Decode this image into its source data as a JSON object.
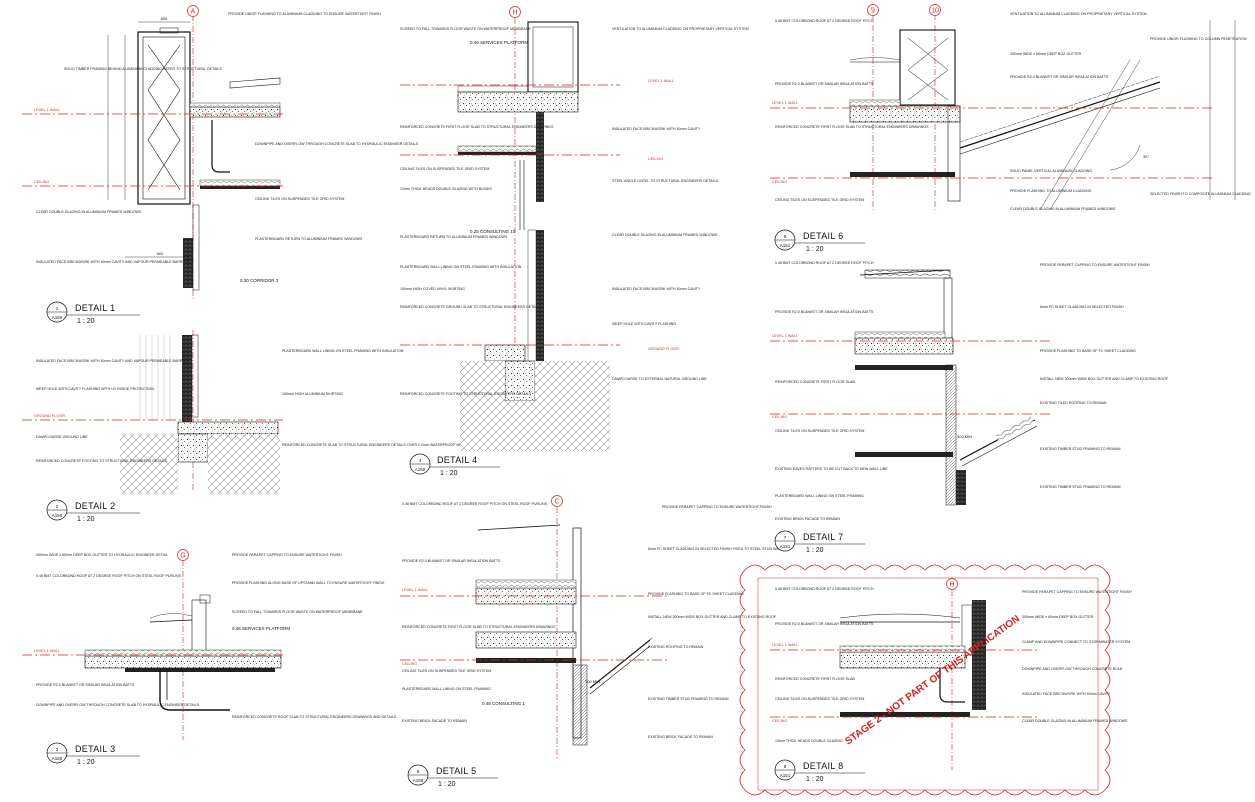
{
  "details": [
    {
      "id": "d1",
      "title": "DETAIL 1",
      "number": "1",
      "sheet": "A150",
      "scale": "1 : 20",
      "grid": "A"
    },
    {
      "id": "d2",
      "title": "DETAIL 2",
      "number": "2",
      "sheet": "A150",
      "scale": "1 : 20"
    },
    {
      "id": "d3",
      "title": "DETAIL 3",
      "number": "3",
      "sheet": "A150",
      "scale": "1 : 20",
      "grid": "G"
    },
    {
      "id": "d4",
      "title": "DETAIL 4",
      "number": "4",
      "sheet": "A150",
      "scale": "1 : 20",
      "grid": "H"
    },
    {
      "id": "d5",
      "title": "DETAIL 5",
      "number": "5",
      "sheet": "A150",
      "scale": "1 : 20",
      "grid": "C"
    },
    {
      "id": "d6",
      "title": "DETAIL 6",
      "number": "6",
      "sheet": "A151",
      "scale": "1 : 20",
      "grid": "9",
      "grid2": "10"
    },
    {
      "id": "d7",
      "title": "DETAIL 7",
      "number": "7",
      "sheet": "A151",
      "scale": "1 : 20"
    },
    {
      "id": "d8",
      "title": "DETAIL 8",
      "number": "8",
      "sheet": "A151",
      "scale": "1 : 20",
      "grid": "H"
    }
  ],
  "levels": {
    "level1": "LEVEL 1 WALL",
    "ceiling": "CEILING",
    "ground": "GROUND FLOOR"
  },
  "rooms": {
    "corridor": "0.30 CORRIDOR 3",
    "services": "0.46 SERVICES PLATFORM",
    "consulting": "0.25 CONSULTING 10",
    "consulting5": "0.48 CONSULTING 1"
  },
  "dims": {
    "d1_top": "650",
    "d1_bottom": "500",
    "d5_min": "300 MIN",
    "d7_min": "300 MIN",
    "d6_angle": "35°"
  },
  "notes": {
    "d1_a": "PROVIDE UNIOR FLASHING TO ALUMINIUM CLADDING TO ENSURE WATERTIGHT FINISH",
    "d1_b": "SOLID TIMBER FRAMING BEHIND ALUMINIUM CLADDING REFER TO STRUCTURAL DETAILS",
    "d1_c": "DOWNPIPE AND OVERFLOW THROUGH CONCRETE SLAB TO HYDRAULIC ENGINEER DETAILS",
    "d1_d": "CEILING TILES ON SUSPENDED TILE GRID SYSTEM",
    "d1_e": "PLASTERBOARD RETURN TO ALUMINIUM FRAMED WINDOWS",
    "d1_f": "INSULATED FACE BRICKWORK WITH 50mm CAVITY AND VAPOUR PERMEABLE BARRIER",
    "d1_g": "CLEAR DOUBLE GLAZING IN ALUMINIUM FRAMED WINDOWS",
    "d2_a": "INSULATED FACE BRICKWORK WITH 50mm CAVITY AND VAPOUR PERMEABLE BARRIER",
    "d2_b": "WEEP HOLE WITH CAVITY FLASHING WITH UV INSIDE PROTECTION",
    "d2_c": "DAMPCOURSE GROUND LINE",
    "d2_d": "REINFORCED CONCRETE FOOTING TO STRUCTURAL ENGINEERS DETAILS",
    "d2_e": "PLASTERBOARD WALL LINING ON STEEL FRAMING WITH INSULATION",
    "d2_f": "100mm HIGH ALUMINIUM SKIRTING",
    "d2_g": "REINFORCED CONCRETE SLAB TO STRUCTURAL ENGINEERS DETAILS OVER 0.2mm WATERPROOF MEMBRANE",
    "d3_a": "300mm WIDE x 60mm DEEP BOX GUTTER TO HYDRAULIC ENGINEER DETAIL",
    "d3_b": "0.48 BMT COLORBOND ROOF AT 2 DEGREE ROOF PITCH ON STEEL ROOF PURLINS",
    "d3_c": "PROVIDE PARAPET CAPPING TO ENSURE WATERTIGHT FINISH",
    "d3_d": "PROVIDE FLASHING ALONG BASE OF UPSTAND WALL TO ENSURE WATERTIGHT FINISH",
    "d3_e": "SCREED TO FALL TOWARDS FLOOR WASTE ON WATERPROOF MEMBRANE",
    "d3_f": "PROVIDE R2.0 BLANKET OR SIMILAR INSULATION BATTS",
    "d3_g": "DOWNPIPE AND OVERFLOW THROUGH CONCRETE SLAB TO HYDRAULIC ENGINEER DETAILS",
    "d3_h": "REINFORCED CONCRETE ROOF SLAB TO STRUCTURAL ENGINEERS DRAWINGS AND DETAILS",
    "d4_a": "SCREED TO FALL TOWARDS FLOOR WASTE ON WATERPROOF MEMBRANE",
    "d4_b": "VENTILATION TO ALUMINIUM CLADDING ON PROPRIETARY VERTICAL SYSTEM",
    "d4_c": "REINFORCED CONCRETE FIRST FLOOR SLAB TO STRUCTURAL ENGINEERS DRAWINGS",
    "d4_d": "INSULATED FACE BRICKWORK WITH 50mm CAVITY",
    "d4_e": "STEEL ANGLE LINTEL TO STRUCTURAL ENGINEERS DETAILS",
    "d4_f": "CEILING TILES ON SUSPENDED TILE GRID SYSTEM",
    "d4_g": "13mm THICK HEADS DOUBLE GLAZING WITH BLINDS",
    "d4_h": "PLASTERBOARD RETURN TO ALUMINIUM FRAMED WINDOWS",
    "d4_i": "CLEAR DOUBLE GLAZING IN ALUMINIUM FRAMED WINDOWS",
    "d4_j": "PLASTERBOARD WALL LINING ON STEEL FRAMING WITH INSULATION",
    "d4_k": "100mm HIGH COVED VINYL SKIRTING",
    "d4_l": "REINFORCED CONCRETE GROUND SLAB TO STRUCTURAL ENGINEERS DETAILS",
    "d4_m": "WEEP HOLE WITH CAVITY FLASHING",
    "d4_n": "REINFORCED CONCRETE FOOTING TO STRUCTURAL ENGINEERS DETAILS",
    "d4_o": "DAMPCOURSE TO EXTERNAL NATURAL GROUND LINE",
    "d5_a": "0.48 BMT COLORBOND ROOF AT 2 DEGREE ROOF PITCH ON STEEL ROOF PURLINS",
    "d5_b": "PROVIDE PARAPET CAPPING TO ENSURE WATERTIGHT FINISH",
    "d5_c": "PROVIDE R2.0 BLANKET OR SIMILAR INSULATION BATTS",
    "d5_d": "6mm FC SHEET CLADDING IN SELECTED FINISH FIXED TO STEEL STUD WALL",
    "d5_e": "PROVIDE FLASHING TO BASE OF FC SHEET CLADDING",
    "d5_f": "REINFORCED CONCRETE FIRST FLOOR SLAB TO STRUCTURAL ENGINEERS DRAWINGS",
    "d5_g": "INSTALL NEW 300mm WIDE BOX GUTTER AND CLAMP TO EXISTING ROOF",
    "d5_h": "CEILING TILES ON SUSPENDED TILE GRID SYSTEM",
    "d5_i": "PLASTERBOARD WALL LINING ON STEEL FRAMING",
    "d5_j": "EXISTING ROOFING TO REMAIN",
    "d5_k": "EXISTING TIMBER STUD FRAMING TO REMAIN",
    "d5_l": "EXISTING BRICK FACADE TO REMAIN",
    "d6_a": "VENTILATION TO ALUMINIUM CLADDING ON PROPRIETARY VERTICAL SYSTEM",
    "d6_b": "0.48 BMT COLORBOND ROOF AT 2 DEGREE ROOF PITCH",
    "d6_c": "PROVIDE UNIOR FLASHING TO COLUMN PENETRATION",
    "d6_d": "300mm WIDE x 60mm DEEP BOX GUTTER",
    "d6_e": "PROVIDE R2.0 BLANKET OR SIMILAR INSULATION BATTS",
    "d6_f": "REINFORCED CONCRETE FIRST FLOOR SLAB TO STRUCTURAL ENGINEERS DRAWINGS",
    "d6_g": "CEILING TILES ON SUSPENDED TILE GRID SYSTEM",
    "d6_h": "SOLID PANEL VERTICAL ALUMINIUM CLADDING",
    "d6_i": "PROVIDE FLASHING TO ALUMINIUM CLADDING",
    "d6_j": "CLEAR DOUBLE GLAZING IN ALUMINIUM FRAMED WINDOWS",
    "d6_k": "SELECTED FINISH TO COMPOSITE ALUMINIUM CLADDING",
    "d7_a": "0.48 BMT COLORBOND ROOF AT 2 DEGREE ROOF PITCH",
    "d7_b": "PROVIDE PARAPET CAPPING TO ENSURE WATERTIGHT FINISH",
    "d7_c": "6mm FC SHEET CLADDING IN SELECTED FINISH",
    "d7_d": "PROVIDE R2.0 BLANKET OR SIMILAR INSULATION BATTS",
    "d7_e": "PROVIDE FLASHING TO BASE OF FC SHEET CLADDING",
    "d7_f": "REINFORCED CONCRETE FIRST FLOOR SLAB",
    "d7_g": "INSTALL NEW 300mm WIDE BOX GUTTER AND CLAMP TO EXISTING ROOF",
    "d7_h": "EXISTING TILED ROOFING TO REMAIN",
    "d7_i": "CEILING TILES ON SUSPENDED TILE GRID SYSTEM",
    "d7_j": "EXISTING TIMBER STUD FRAMING TO REMAIN",
    "d7_k": "EXISTING EAVES RAFTERS TO BE CUT BACK TO NEW WALL LINE",
    "d7_l": "PLASTERBOARD WALL LINING ON STEEL FRAMING",
    "d7_m": "EXISTING BRICK FACADE TO REMAIN",
    "d8_a": "0.48 BMT COLORBOND ROOF AT 2 DEGREE ROOF PITCH",
    "d8_b": "PROVIDE PARAPET CAPPING TO ENSURE WATERTIGHT FINISH",
    "d8_c": "300mm WIDE x 60mm DEEP BOX GUTTER",
    "d8_d": "PROVIDE R2.0 BLANKET OR SIMILAR INSULATION BATTS",
    "d8_e": "CLAMP AND DOWNPIPE CONNECT TO STORMWATER SYSTEM",
    "d8_f": "REINFORCED CONCRETE FIRST FLOOR SLAB",
    "d8_g": "DOWNPIPE AND OVERFLOW THROUGH CONCRETE SLAB",
    "d8_h": "CEILING TILES ON SUSPENDED TILE GRID SYSTEM",
    "d8_i": "INSULATED FACE BRICKWORK WITH 50mm CAVITY",
    "d8_j": "13mm THICK HEADS DOUBLE GLAZING",
    "d8_k": "CLEAR DOUBLE GLAZING IN ALUMINIUM FRAMED WINDOWS"
  },
  "stamp": "STAGE 2 - NOT PART OF THIS APPLICATION",
  "colors": {
    "level_line": "#d62020",
    "cloud": "#d62020",
    "ink": "#111111",
    "grey": "#888888"
  }
}
